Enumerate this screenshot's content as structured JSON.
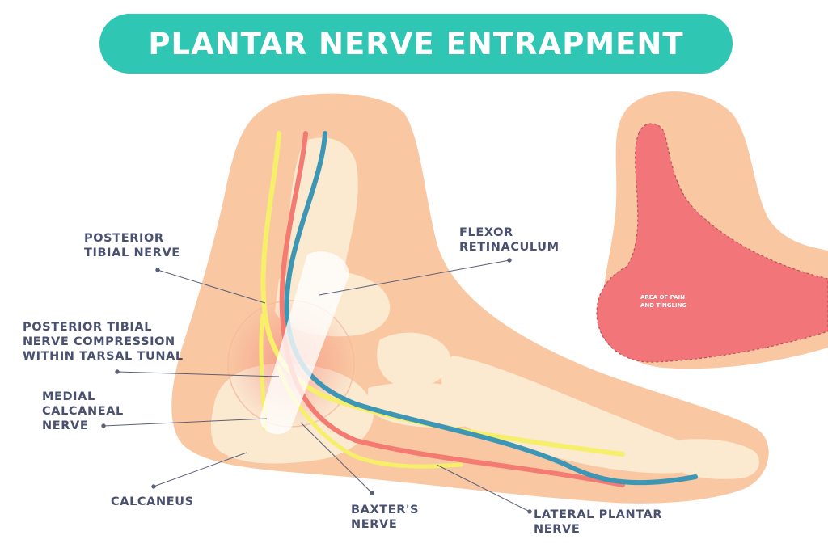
{
  "title": "PLANTAR NERVE ENTRAPMENT",
  "labels": {
    "posterior_tibial_nerve": [
      "POSTERIOR",
      "TIBIAL NERVE"
    ],
    "flexor_retinaculum": [
      "FLEXOR",
      "RETINACULUM"
    ],
    "compression": [
      "POSTERIOR TIBIAL",
      "NERVE COMPRESSION",
      "WITHIN TARSAL TUNAL"
    ],
    "medial_calcaneal_nerve": [
      "MEDIAL",
      "CALCANEAL",
      "NERVE"
    ],
    "calcaneus": [
      "CALCANEUS"
    ],
    "baxters_nerve": [
      "BAXTER'S",
      "NERVE"
    ],
    "lateral_plantar_nerve": [
      "LATERAL PLANTAR",
      "NERVE"
    ],
    "area_of_pain": [
      "AREA OF PAIN",
      "AND TINGLING"
    ]
  },
  "colors": {
    "title_bg": "#2fc7b3",
    "skin": "#f9c8a3",
    "bone": "#fbe9d0",
    "nerve_yellow": "#f6ef6a",
    "artery_red": "#f37b72",
    "vein_blue": "#3d96b3",
    "pain_area": "#f2757a",
    "label_text": "#4a5170"
  }
}
